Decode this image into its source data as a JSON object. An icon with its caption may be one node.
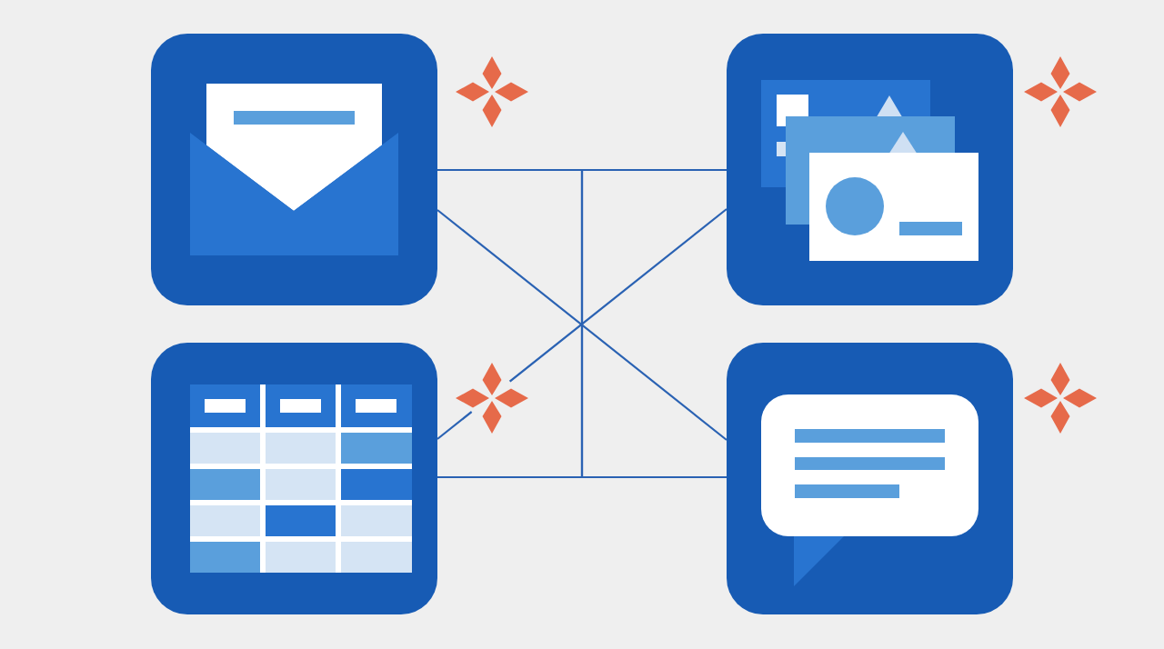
{
  "diagram": {
    "nodes": [
      {
        "text": [],
        "shape": "picture"
      },
      {
        "text": [],
        "shape": "picture"
      },
      {
        "text": [],
        "shape": "picture"
      },
      {
        "text": [],
        "shape": "picture"
      }
    ],
    "edges": [
      {
        "from": 0,
        "to": 1,
        "arrow": "none"
      },
      {
        "from": 0,
        "to": 3,
        "arrow": "none"
      },
      {
        "from": 2,
        "to": 1,
        "arrow": "none"
      },
      {
        "from": 2,
        "to": 3,
        "arrow": "none"
      },
      {
        "from": 0,
        "to": 2,
        "arrow": "none"
      },
      {
        "from": 1,
        "to": 3,
        "arrow": "none"
      }
    ]
  }
}
